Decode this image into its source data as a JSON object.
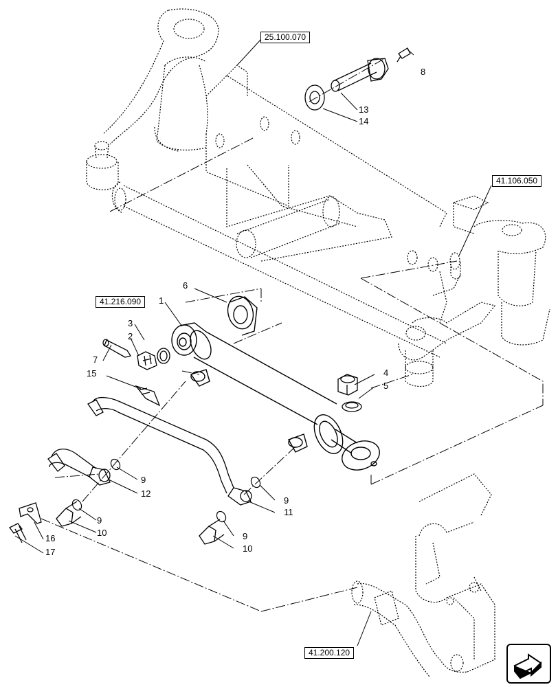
{
  "references": {
    "axle": "25.100.070",
    "steering_knuckle": "41.106.050",
    "cylinder": "41.216.090",
    "steering_rod": "41.200.120"
  },
  "callouts": {
    "c1": "1",
    "c2": "2",
    "c3": "3",
    "c4": "4",
    "c5": "5",
    "c6": "6",
    "c7": "7",
    "c8": "8",
    "c9a": "9",
    "c9b": "9",
    "c9c": "9",
    "c9d": "9",
    "c10a": "10",
    "c10b": "10",
    "c11": "11",
    "c12": "12",
    "c13": "13",
    "c14": "14",
    "c15": "15",
    "c16": "16",
    "c17": "17"
  },
  "navigation": {
    "icon": "next-page-arrow-icon"
  },
  "colors": {
    "line": "#000000",
    "background": "#ffffff"
  }
}
